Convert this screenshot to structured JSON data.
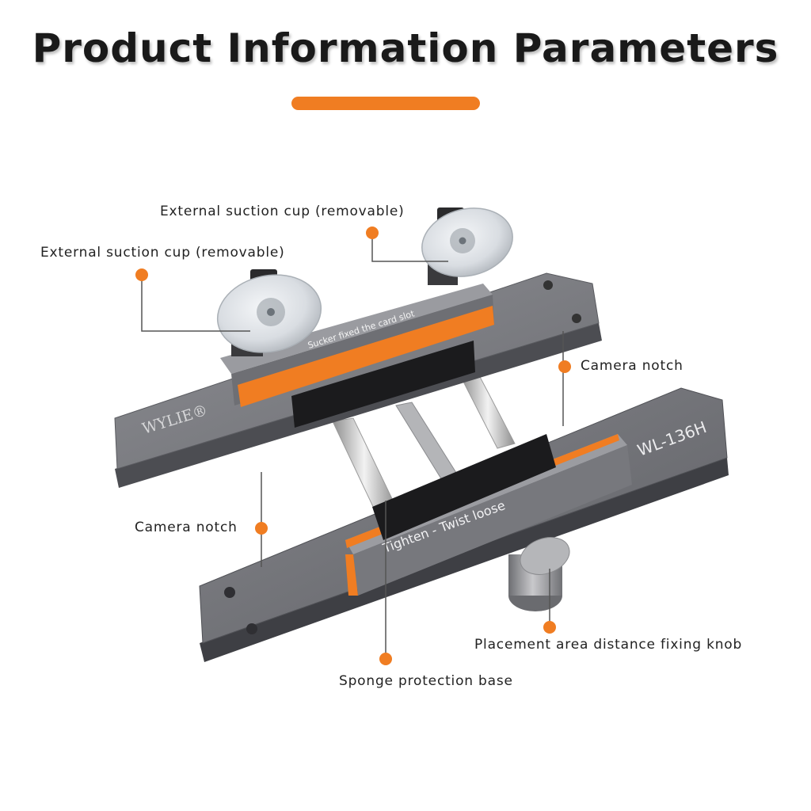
{
  "header": {
    "title": "Product Information Parameters"
  },
  "colors": {
    "accent": "#f07d22",
    "metal": "#7a7b80",
    "metal_dark": "#4e4f54",
    "metal_light": "#a2a3a8",
    "leader_line": "#555555"
  },
  "product": {
    "brand_mark": "WYLIE®",
    "model": "WL-136H",
    "top_slot_text": "Sucker fixed the card slot",
    "bottom_slot_text": "Tighten - Twist loose"
  },
  "callouts": [
    {
      "id": "suction-cup-right",
      "label": "External suction cup (removable)"
    },
    {
      "id": "suction-cup-left",
      "label": "External suction cup (removable)"
    },
    {
      "id": "camera-notch-right",
      "label": "Camera notch"
    },
    {
      "id": "camera-notch-left",
      "label": "Camera notch"
    },
    {
      "id": "fixing-knob",
      "label": "Placement area distance fixing knob"
    },
    {
      "id": "sponge-base",
      "label": "Sponge protection base"
    }
  ]
}
